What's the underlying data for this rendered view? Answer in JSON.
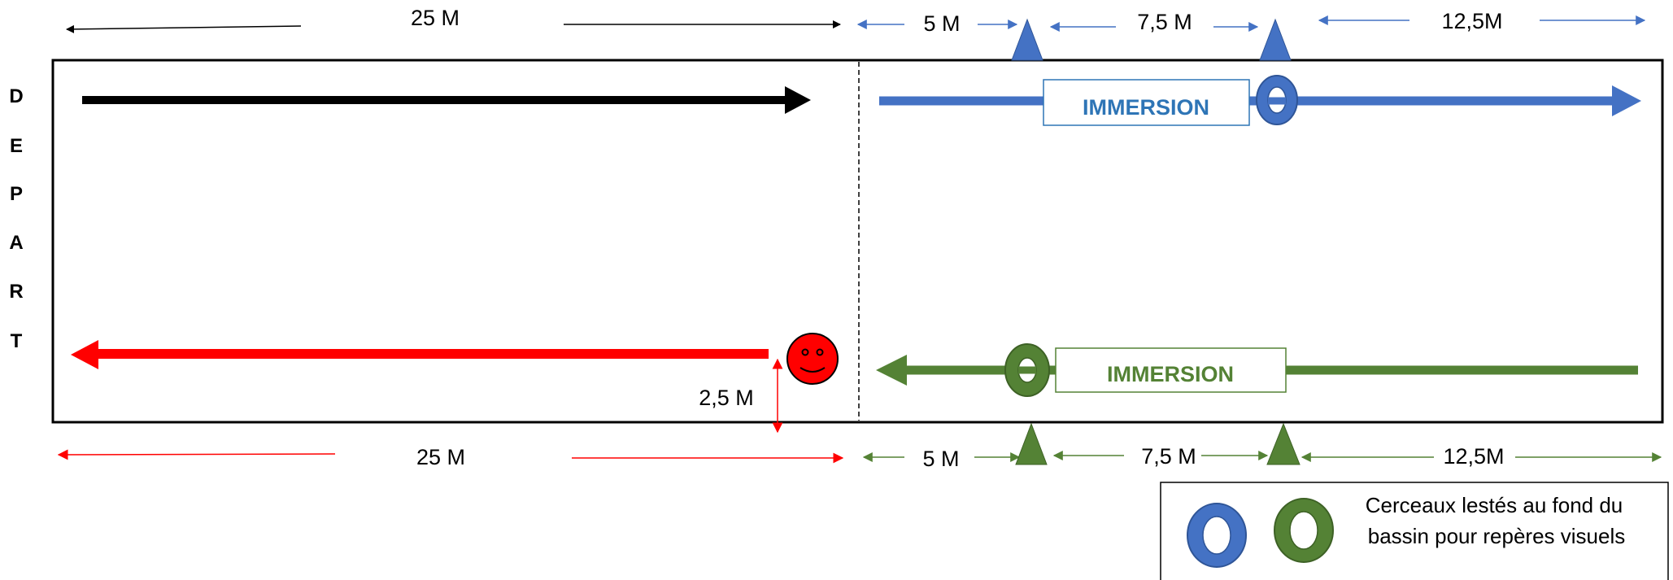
{
  "colors": {
    "blue": "#4472c4",
    "green": "#548235",
    "red": "#ff0000",
    "black": "#000000",
    "blue_text": "#2e75b6"
  },
  "depart_letters": [
    "D",
    "E",
    "P",
    "A",
    "R",
    "T"
  ],
  "top": {
    "length_left": "25 M",
    "seg1": "5 M",
    "seg2": "7,5 M",
    "seg3": "12,5M",
    "immersion_label": "IMMERSION"
  },
  "bottom": {
    "length_left": "25 M",
    "seg1": "5 M",
    "seg2": "7,5 M",
    "seg3": "12,5M",
    "immersion_label": "IMMERSION",
    "offset_label": "2,5 M"
  },
  "legend": {
    "line1": "Cerceaux lestés au fond du",
    "line2": "bassin pour repères visuels",
    "icons": [
      "blue-hoop-icon",
      "green-hoop-icon"
    ]
  },
  "icons": [
    "smiley-icon",
    "cone-icon",
    "hoop-icon"
  ]
}
